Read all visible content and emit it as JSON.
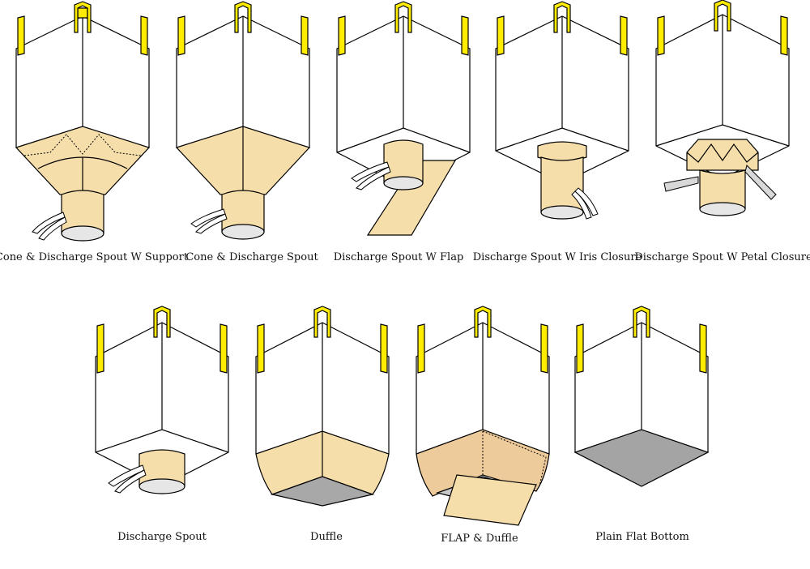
{
  "bags": [
    {
      "caption": "Cone & Discharge Spout W Support"
    },
    {
      "caption": "Cone & Discharge Spout"
    },
    {
      "caption": "Discharge Spout W Flap"
    },
    {
      "caption": "Discharge Spout W Iris Closure"
    },
    {
      "caption": "Discharge Spout W Petal Closure"
    },
    {
      "caption": "Discharge Spout"
    },
    {
      "caption": "Duffle"
    },
    {
      "caption": "FLAP & Duffle"
    },
    {
      "caption": "Plain Flat Bottom"
    }
  ],
  "colors": {
    "loop": "#ffec00",
    "bag_bottom": "#f6deab",
    "flat_bottom": "#a8a8a8"
  }
}
